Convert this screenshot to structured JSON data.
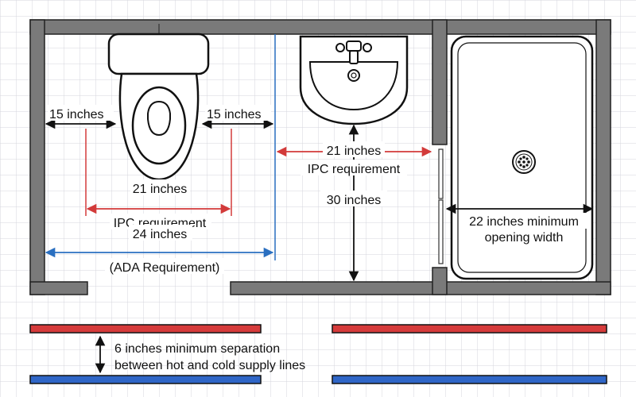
{
  "labels": {
    "toilet_side_left": "15 inches",
    "toilet_side_right": "15 inches",
    "toilet_ipc_value": "21 inches",
    "toilet_ipc_req": "IPC requirement",
    "ada_value": "24 inches",
    "ada_req": "(ADA Requirement)",
    "sink_ipc_value": "21 inches",
    "sink_ipc_req": "IPC requirement",
    "sink_depth": "30 inches",
    "shower_opening_line1": "22 inches minimum",
    "shower_opening_line2": "opening width",
    "pipe_sep_line1": "6 inches minimum separation",
    "pipe_sep_line2": "between hot and cold supply lines"
  },
  "colors": {
    "wall": "#7a7a7a",
    "wall_outline": "#222222",
    "grid": "#d4d6dc",
    "dim_red": "#d23a3a",
    "dim_blue": "#2a6fc0",
    "hot_line": "#d63b3b",
    "cold_line": "#2f66c7"
  }
}
